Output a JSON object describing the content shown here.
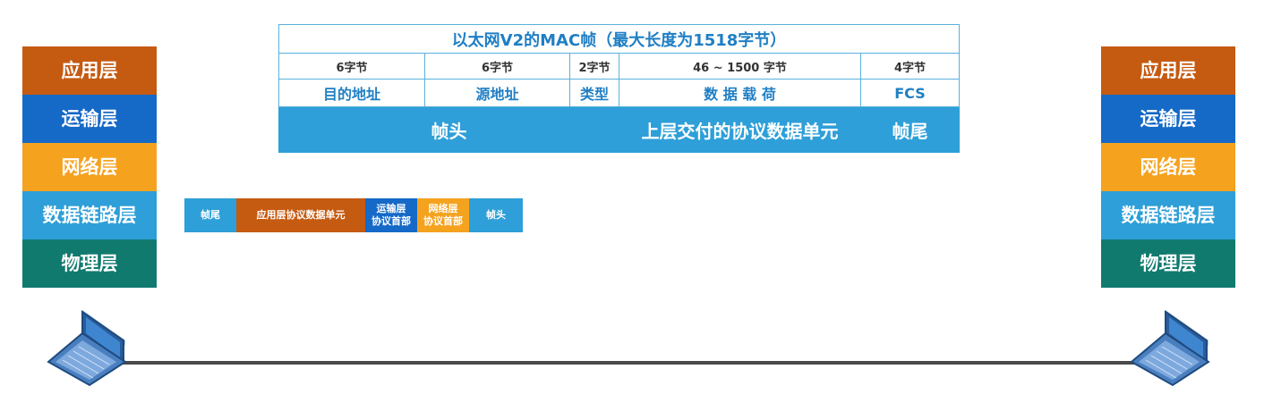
{
  "left_stack": {
    "layers": [
      "应用层",
      "运输层",
      "网络层",
      "数据链路层",
      "物理层"
    ]
  },
  "right_stack": {
    "layers": [
      "应用层",
      "运输层",
      "网络层",
      "数据链路层",
      "物理层"
    ]
  },
  "mac_frame": {
    "title": "以太网V2的MAC帧（最大长度为1518字节）",
    "sizes": [
      "6字节",
      "6字节",
      "2字节",
      "46 ~ 1500 字节",
      "4字节"
    ],
    "fields": [
      "目的地址",
      "源地址",
      "类型",
      "数 据 载 荷",
      "FCS"
    ],
    "parts": [
      "帧头",
      "上层交付的协议数据单元",
      "帧尾"
    ]
  },
  "packet": {
    "segments": [
      {
        "label": "帧尾",
        "color": "#2e9fd8"
      },
      {
        "label": "应用层协议数据单元",
        "color": "#c55a11"
      },
      {
        "label": "运输层 协议首部",
        "line1": "运输层",
        "line2": "协议首部",
        "color": "#1569c7"
      },
      {
        "label": "网络层 协议首部",
        "line1": "网络层",
        "line2": "协议首部",
        "color": "#f5a21f"
      },
      {
        "label": "帧头",
        "color": "#2e9fd8"
      }
    ]
  },
  "colors": {
    "application": "#c55a11",
    "transport": "#1569c7",
    "network": "#f5a21f",
    "datalink": "#2e9fd8",
    "physical": "#117a6f",
    "link_cable": "#4a4a4a"
  },
  "icons": [
    "laptop-icon",
    "laptop-icon"
  ]
}
